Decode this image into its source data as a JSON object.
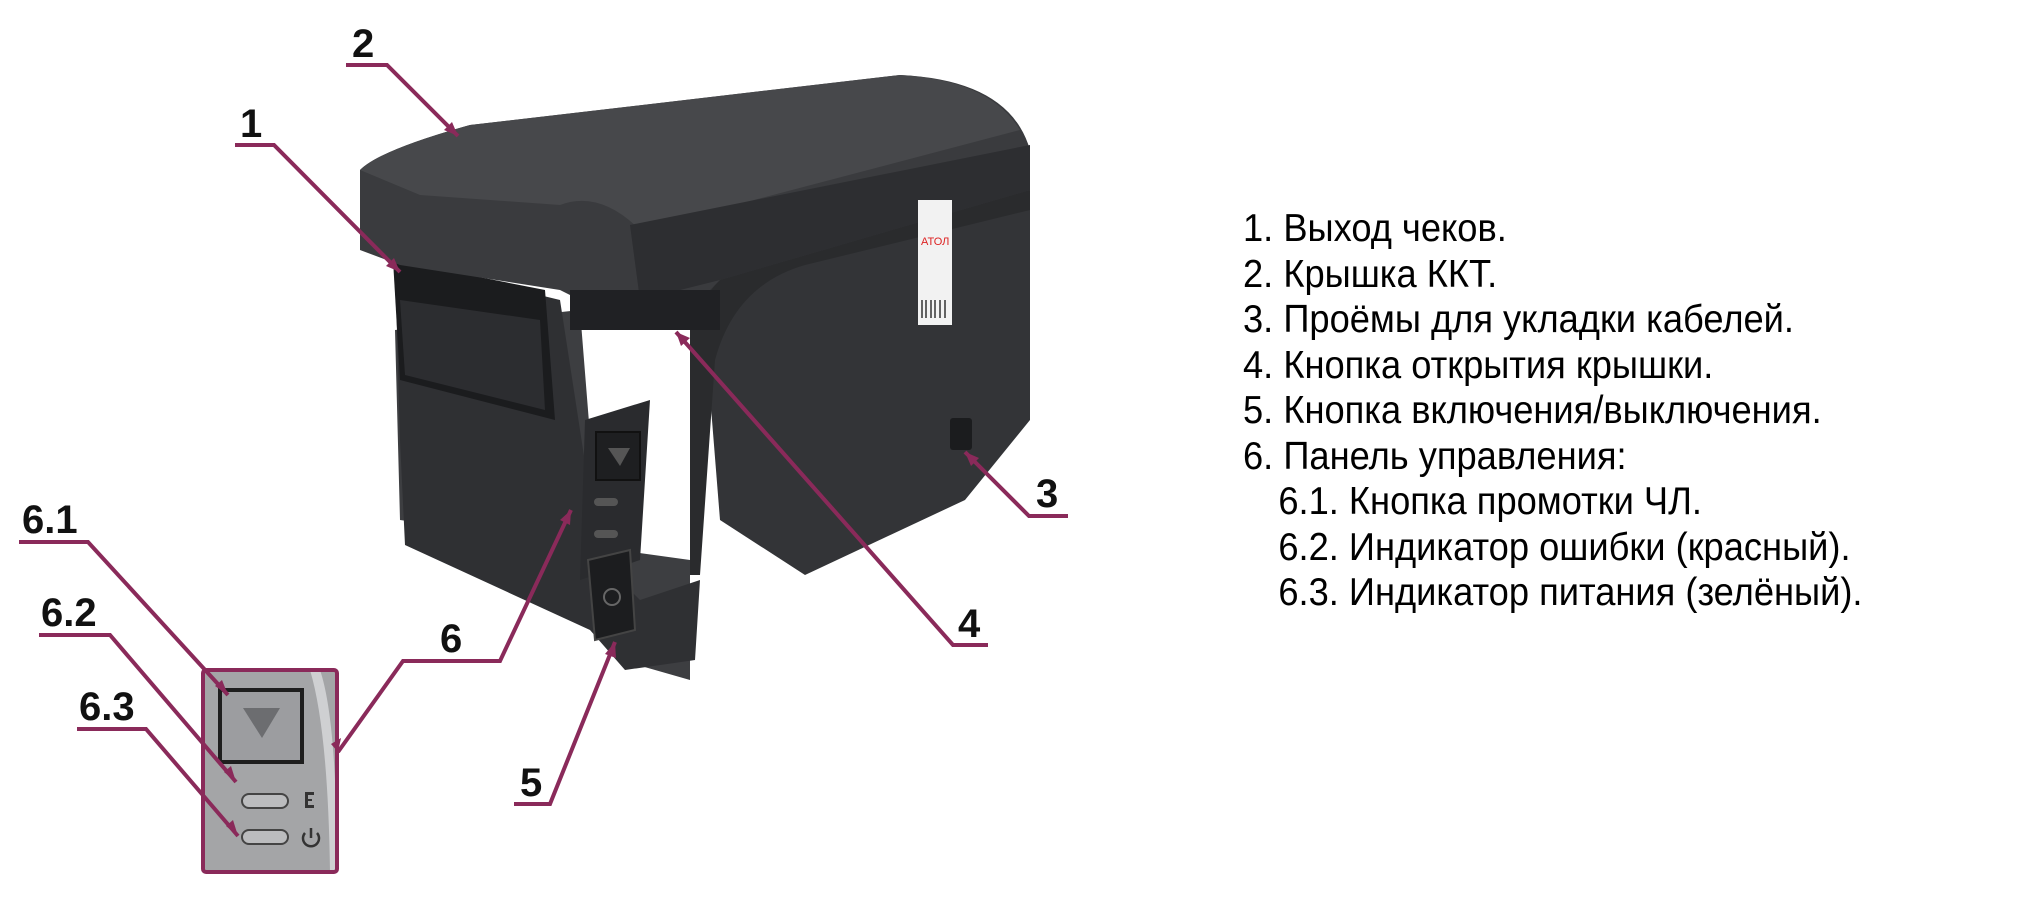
{
  "colors": {
    "leader": "#8a2a5a",
    "printer_body": "#3a3b3d",
    "printer_dark": "#1f2022",
    "panel_silver": "#9a9b9d",
    "background": "#ffffff"
  },
  "callouts": [
    {
      "id": "1",
      "label": "1"
    },
    {
      "id": "2",
      "label": "2"
    },
    {
      "id": "3",
      "label": "3"
    },
    {
      "id": "4",
      "label": "4"
    },
    {
      "id": "5",
      "label": "5"
    },
    {
      "id": "6",
      "label": "6"
    },
    {
      "id": "6.1",
      "label": "6.1"
    },
    {
      "id": "6.2",
      "label": "6.2"
    },
    {
      "id": "6.3",
      "label": "6.3"
    }
  ],
  "legend": [
    {
      "text": "1. Выход чеков."
    },
    {
      "text": "2. Крышка ККТ."
    },
    {
      "text": "3. Проёмы для укладки кабелей."
    },
    {
      "text": "4. Кнопка открытия крышки."
    },
    {
      "text": "5. Кнопка включения/выключения."
    },
    {
      "text": "6. Панель управления:"
    },
    {
      "text": "6.1. Кнопка промотки ЧЛ."
    },
    {
      "text": "6.2. Индикатор ошибки (красный)."
    },
    {
      "text": "6.3. Индикатор питания (зелёный)."
    }
  ],
  "sticker_logo": "АТОЛ"
}
